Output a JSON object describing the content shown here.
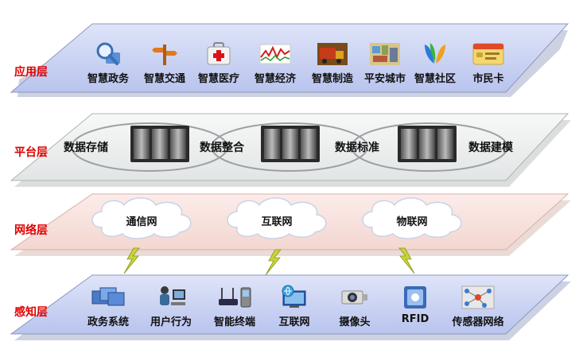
{
  "layers": {
    "application": {
      "title": "应用层",
      "items": [
        {
          "label": "智慧政务",
          "icon": "magnifier-icon"
        },
        {
          "label": "智慧交通",
          "icon": "traffic-signpost-icon"
        },
        {
          "label": "智慧医疗",
          "icon": "first-aid-kit-icon"
        },
        {
          "label": "智慧经济",
          "icon": "stock-chart-icon"
        },
        {
          "label": "智慧制造",
          "icon": "factory-truck-icon"
        },
        {
          "label": "平安城市",
          "icon": "city-map-icon"
        },
        {
          "label": "智慧社区",
          "icon": "community-logo-icon"
        },
        {
          "label": "市民卡",
          "icon": "citizen-card-icon"
        }
      ]
    },
    "platform": {
      "title": "平台层",
      "items": [
        "数据存储",
        "数据整合",
        "数据标准",
        "数据建模"
      ]
    },
    "network": {
      "title": "网络层",
      "items": [
        "通信网",
        "互联网",
        "物联网"
      ]
    },
    "perception": {
      "title": "感知层",
      "items": [
        {
          "label": "政务系统",
          "icon": "government-screens-icon"
        },
        {
          "label": "用户行为",
          "icon": "user-at-computer-icon"
        },
        {
          "label": "智能终端",
          "icon": "router-phone-icon"
        },
        {
          "label": "互联网",
          "icon": "internet-monitor-icon"
        },
        {
          "label": "摄像头",
          "icon": "camera-icon"
        },
        {
          "label": "RFID",
          "icon": "rfid-tag-icon"
        },
        {
          "label": "传感器网络",
          "icon": "sensor-network-icon"
        }
      ]
    }
  },
  "colors": {
    "app_layer": "#c6cff0",
    "platform_layer": "#eef0f0",
    "network_layer": "#f8e1dc",
    "perception_layer": "#c6cff0",
    "layer_title": "#e00000"
  }
}
